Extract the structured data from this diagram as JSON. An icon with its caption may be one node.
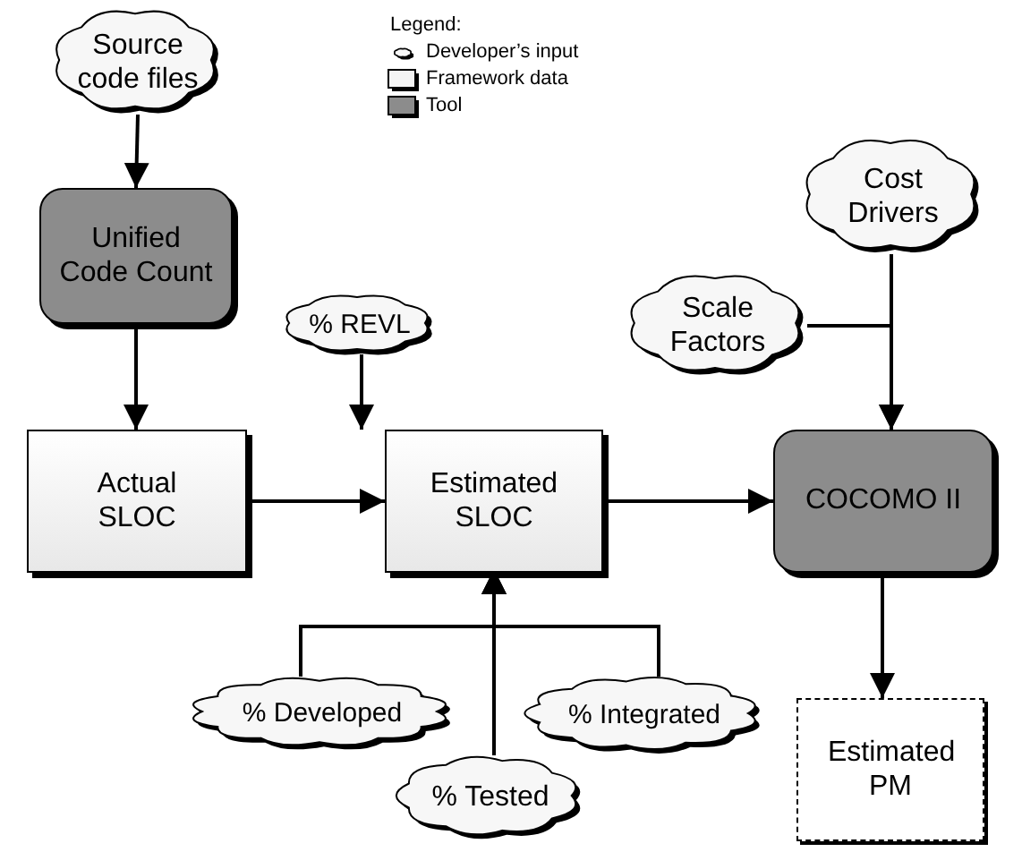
{
  "diagram": {
    "nodes": [
      {
        "text": [
          "Source code files"
        ]
      },
      {
        "text": [
          "Unified Code Count"
        ]
      },
      {
        "text": [
          "% REVL"
        ]
      },
      {
        "text": [
          "Scale Factors"
        ]
      },
      {
        "text": [
          "Cost Drivers"
        ]
      },
      {
        "text": [
          "Actual SLOC"
        ]
      },
      {
        "text": [
          "Estimated SLOC"
        ]
      },
      {
        "text": [
          "COCOMO II"
        ]
      },
      {
        "text": [
          "% Developed"
        ]
      },
      {
        "text": [
          "% Tested"
        ]
      },
      {
        "text": [
          "% Integrated"
        ]
      },
      {
        "text": [
          "Estimated PM"
        ]
      }
    ],
    "edges": [
      {
        "from": 0,
        "to": 1,
        "arrow": "to"
      },
      {
        "from": 1,
        "to": 5,
        "arrow": "to"
      },
      {
        "from": 2,
        "to": 6,
        "arrow": "to"
      },
      {
        "from": 5,
        "to": 6,
        "arrow": "to"
      },
      {
        "from": 6,
        "to": 7,
        "arrow": "to"
      },
      {
        "from": 4,
        "to": 7,
        "arrow": "to"
      },
      {
        "from": 3,
        "to": 7,
        "arrow": "to"
      },
      {
        "from": 8,
        "to": 6,
        "arrow": "to"
      },
      {
        "from": 9,
        "to": 6,
        "arrow": "to"
      },
      {
        "from": 10,
        "to": 6,
        "arrow": "to"
      },
      {
        "from": 7,
        "to": 11,
        "arrow": "to"
      }
    ],
    "labels": [
      "Legend:"
    ],
    "legend": [
      {
        "text": "Developer’s input"
      },
      {
        "text": "Framework data",
        "color": "#f4f4f4"
      },
      {
        "text": "Tool",
        "color": "#8c8c8c"
      }
    ]
  }
}
